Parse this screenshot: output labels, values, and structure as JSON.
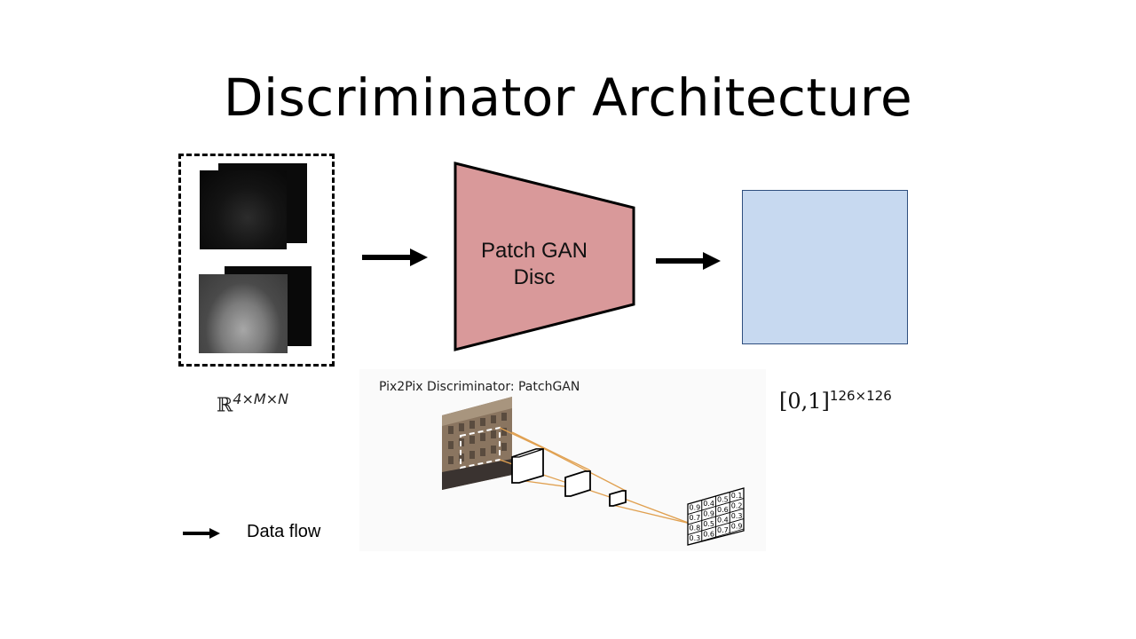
{
  "title": "Discriminator Architecture",
  "input": {
    "dims_base": "ℝ",
    "dims_exponent": "4×M×N"
  },
  "discriminator": {
    "label": "Patch GAN\n    Disc",
    "fill_color": "#d9999a"
  },
  "output": {
    "dims_base": "[0,1]",
    "dims_exponent": "126×126",
    "fill_color": "#c7d9f0"
  },
  "legend": {
    "label": "Data flow"
  },
  "figure": {
    "caption": "Pix2Pix Discriminator: PatchGAN",
    "grid_values": [
      [
        "0.9",
        "0.4",
        "0.5",
        "0.1"
      ],
      [
        "0.7",
        "0.9",
        "0.6",
        "0.2"
      ],
      [
        "0.8",
        "0.5",
        "0.4",
        "0.3"
      ],
      [
        "0.3",
        "0.6",
        "0.7",
        "0.9"
      ]
    ],
    "line_color": "#e0a050"
  }
}
